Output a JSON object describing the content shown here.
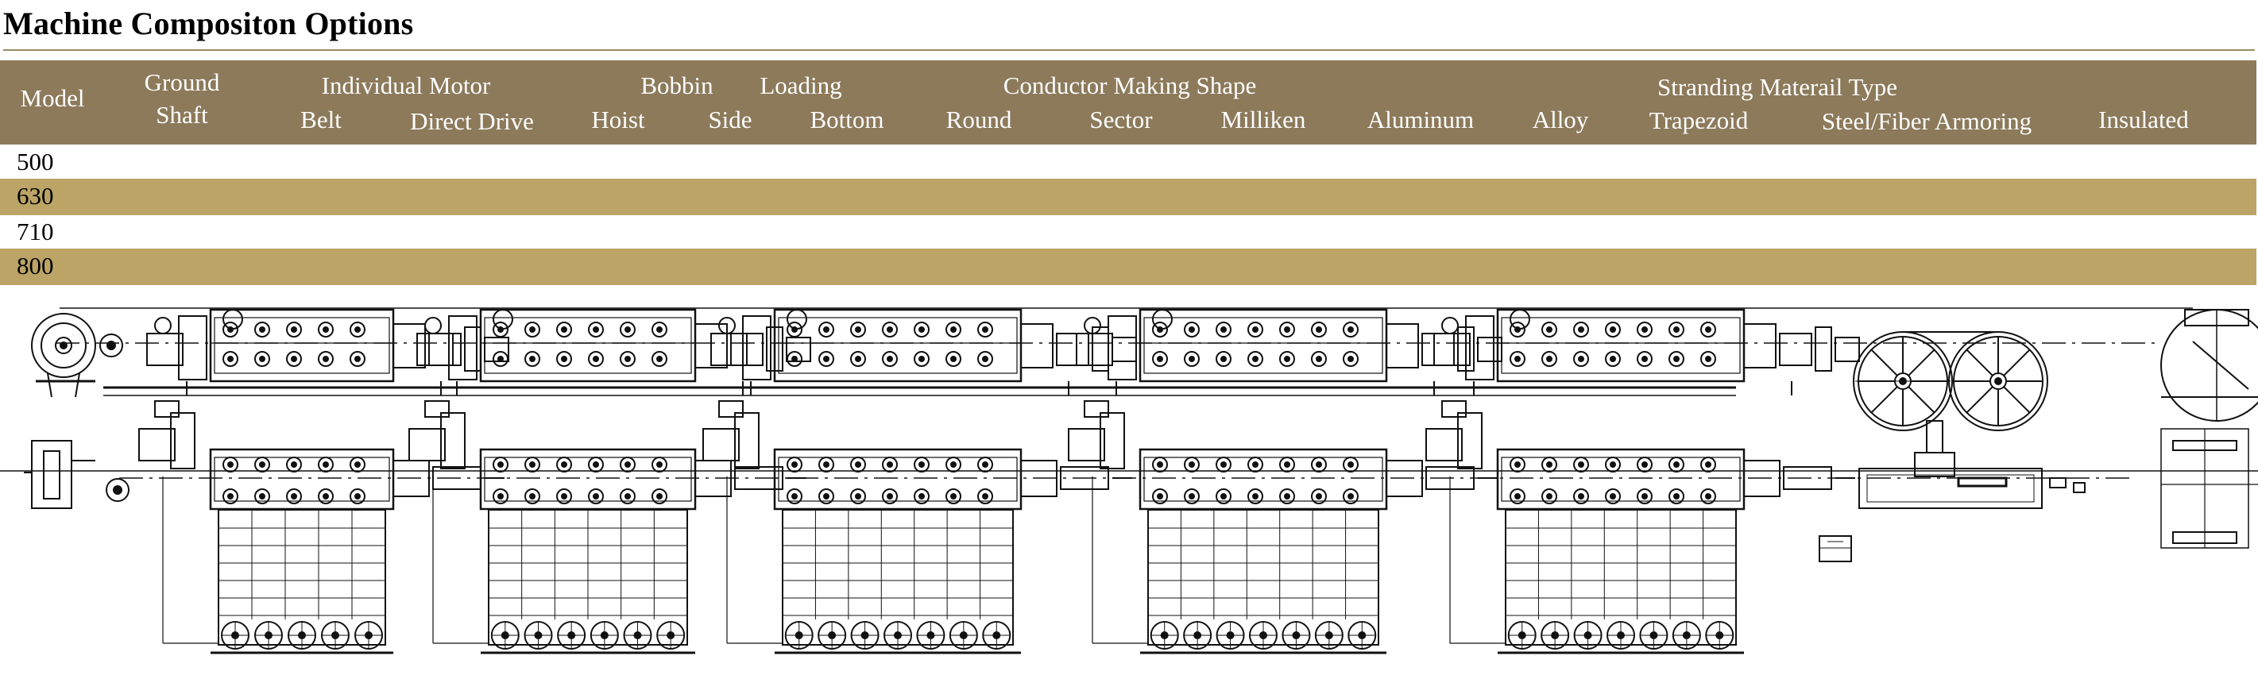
{
  "title": "Machine Compositon Options",
  "header": {
    "model": "Model",
    "ground": "Ground",
    "shaft": "Shaft",
    "individual_motor": "Individual Motor",
    "belt": "Belt",
    "direct_drive": "Direct Drive",
    "bobbin": "Bobbin",
    "loading": "Loading",
    "hoist": "Hoist",
    "side": "Side",
    "bottom": "Bottom",
    "conductor_making_shape": "Conductor Making Shape",
    "round": "Round",
    "sector": "Sector",
    "milliken": "Milliken",
    "stranding_material_type": "Stranding Materail Type",
    "aluminum": "Aluminum",
    "alloy": "Alloy",
    "trapezoid": "Trapezoid",
    "steel_fiber_armoring": "Steel/Fiber Armoring",
    "insulated": "Insulated"
  },
  "rows": [
    "500",
    "630",
    "710",
    "800"
  ],
  "colors": {
    "header_bg": "#8c7a5b",
    "alt_row": "#bba465",
    "rule": "#9b8b62"
  },
  "drawing": {
    "description_icon": "stranding-line-technical-drawing"
  }
}
